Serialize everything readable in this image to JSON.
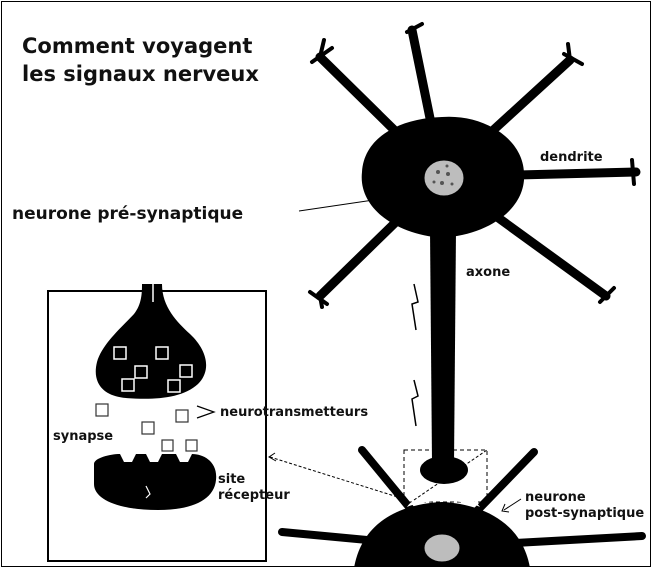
{
  "title_line1": "Comment voyagent",
  "title_line2": "les signaux nerveux",
  "labels": {
    "dendrite": "dendrite",
    "presynaptic_neuron": "neurone pré-synaptique",
    "axon": "axone",
    "neurotransmitters": "neurotransmetteurs",
    "synapse": "synapse",
    "receptor_site_line1": "site",
    "receptor_site_line2": "récepteur",
    "postsynaptic_line1": "neurone",
    "postsynaptic_line2": "post-synaptique"
  }
}
